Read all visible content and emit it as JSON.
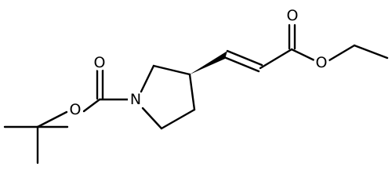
{
  "molecule": {
    "bond_color": "#000000",
    "background_color": "#ffffff",
    "atom_labels": {
      "n1": "N",
      "o_carbonyl_carbamate": "O",
      "o_ester_carbamate": "O",
      "o_carbonyl_ester": "O",
      "o_ester_ethyl": "O"
    }
  }
}
